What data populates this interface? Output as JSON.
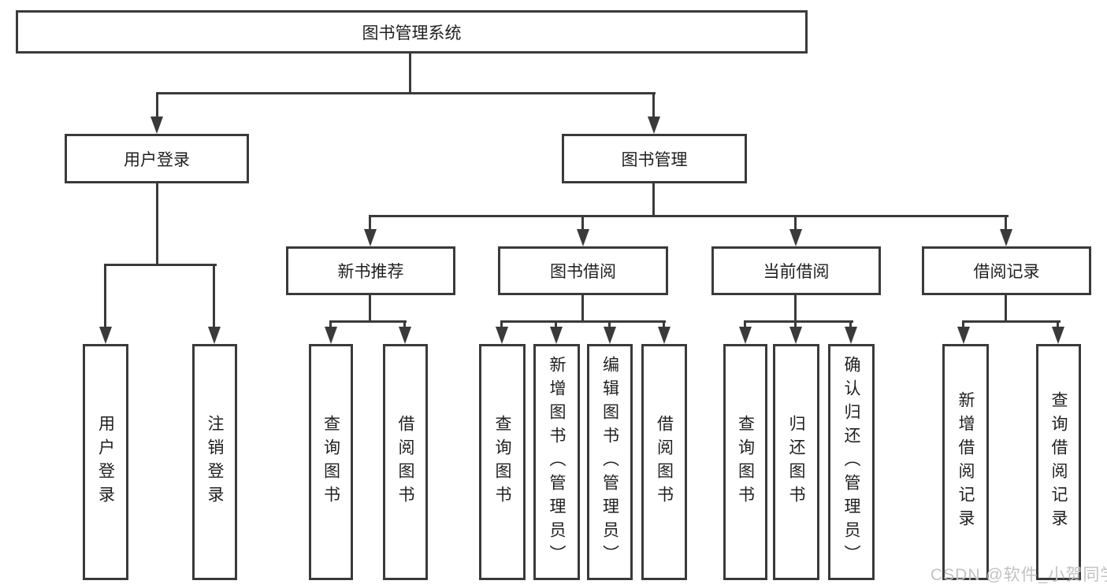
{
  "tree": {
    "root": {
      "label": "图书管理系统"
    },
    "user_login": {
      "label": "用户登录",
      "children": [
        {
          "label": "用户登录"
        },
        {
          "label": "注销登录"
        }
      ]
    },
    "book_mgmt": {
      "label": "图书管理",
      "children_groups": "new_book, borrow, current, records"
    },
    "new_book": {
      "label": "新书推荐",
      "children": [
        {
          "label": "查询图书"
        },
        {
          "label": "借阅图书"
        }
      ]
    },
    "borrow": {
      "label": "图书借阅",
      "children": [
        {
          "label": "查询图书"
        },
        {
          "label": "新增图书（管理员）"
        },
        {
          "label": "编辑图书（管理员）"
        },
        {
          "label": "借阅图书"
        }
      ]
    },
    "current": {
      "label": "当前借阅",
      "children": [
        {
          "label": "查询图书"
        },
        {
          "label": "归还图书"
        },
        {
          "label": "确认归还（管理员）"
        }
      ]
    },
    "records": {
      "label": "借阅记录",
      "children": [
        {
          "label": "新增借阅记录"
        },
        {
          "label": "查询借阅记录"
        }
      ]
    }
  },
  "watermark": {
    "text": "CSDN @软件_小贺同学"
  },
  "colors": {
    "line": "#3a3a3a",
    "text": "#1f1f1f",
    "background": "#ffffff",
    "watermark": "#c2c2c2"
  }
}
